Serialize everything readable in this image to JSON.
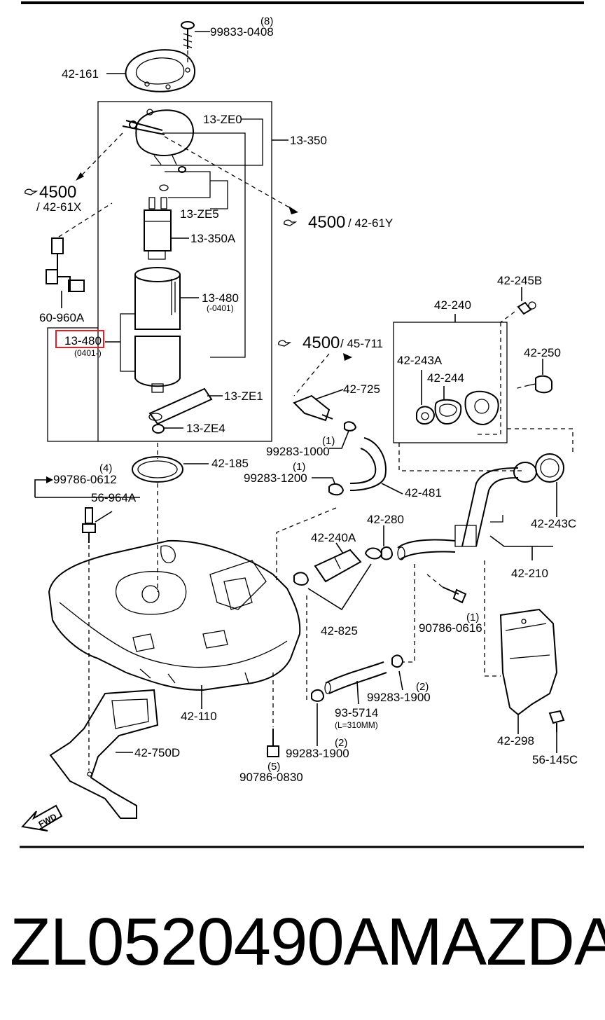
{
  "diagram": {
    "callouts": {
      "c_99833_0408": "99833-0408",
      "c_99833_qty": "(8)",
      "c_42_161": "42-161",
      "c_13_ze0": "13-ZE0",
      "c_13_350": "13-350",
      "c_4500_a": "4500",
      "c_42_61x": "/ 42-61X",
      "c_13_ze5": "13-ZE5",
      "c_4500_b": "4500",
      "c_42_61y": "/ 42-61Y",
      "c_13_350a": "13-350A",
      "c_13_480_top": "13-480",
      "c_13_480_top_note": "(-0401)",
      "c_60_960a": "60-960A",
      "c_13_480_highlight": "13-480",
      "c_13_480_highlight_note": "(0401-)",
      "c_4500_c": "4500",
      "c_45_711": "/ 45-711",
      "c_42_245b": "42-245B",
      "c_42_240": "42-240",
      "c_42_250": "42-250",
      "c_42_243a": "42-243A",
      "c_42_244": "42-244",
      "c_13_ze1": "13-ZE1",
      "c_42_725": "42-725",
      "c_13_ze4": "13-ZE4",
      "c_99283_1000": "99283-1000",
      "c_99283_1000_qty": "(1)",
      "c_42_185": "42-185",
      "c_99786_0612": "99786-0612",
      "c_99786_0612_qty": "(4)",
      "c_99283_1200": "99283-1200",
      "c_99283_1200_qty": "(1)",
      "c_42_481": "42-481",
      "c_56_964a": "56-964A",
      "c_42_243c": "42-243C",
      "c_42_280": "42-280",
      "c_42_240a": "42-240A",
      "c_42_210": "42-210",
      "c_42_825": "42-825",
      "c_90786_0616": "90786-0616",
      "c_90786_0616_qty": "(1)",
      "c_99283_1900_a": "99283-1900",
      "c_99283_1900_a_qty": "(2)",
      "c_93_5714": "93-5714",
      "c_93_5714_note": "(L=310MM)",
      "c_42_110": "42-110",
      "c_42_298": "42-298",
      "c_56_145c": "56-145C",
      "c_42_750d": "42-750D",
      "c_99283_1900_b": "99283-1900",
      "c_99283_1900_b_qty": "(2)",
      "c_90786_0830": "90786-0830",
      "c_90786_0830_qty": "(5)",
      "c_fwd": "FWD"
    },
    "highlight_color": "#e0202a"
  },
  "footer": {
    "part_number": "ZL0520490A",
    "brand": "MAZDA"
  }
}
